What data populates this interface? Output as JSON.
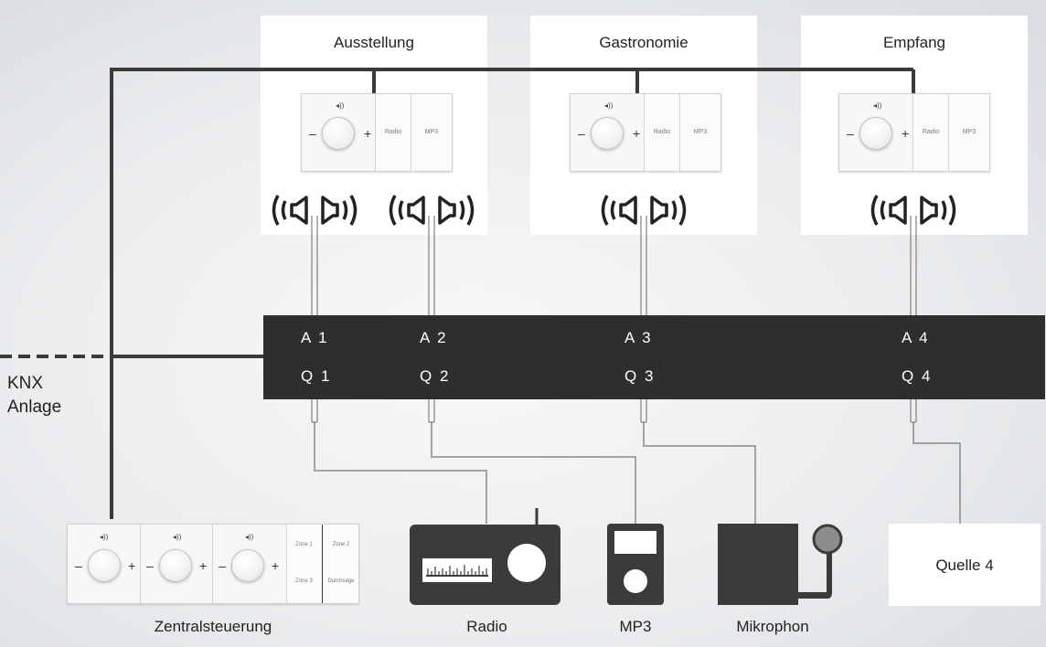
{
  "rooms": [
    {
      "title": "Ausstellung",
      "buttons": [
        "Radio",
        "MP3"
      ]
    },
    {
      "title": "Gastronomie",
      "buttons": [
        "Radio",
        "MP3"
      ]
    },
    {
      "title": "Empfang",
      "buttons": [
        "Radio",
        "MP3"
      ]
    }
  ],
  "amplifier": {
    "inputs": [
      "A 1",
      "A 2",
      "A 3",
      "A 4"
    ],
    "outputs": [
      "Q 1",
      "Q 2",
      "Q 3",
      "Q 4"
    ]
  },
  "knx": {
    "line1": "KNX",
    "line2": "Anlage"
  },
  "central": {
    "label": "Zentralsteuerung",
    "zones": [
      "Zone 1",
      "Zone 2",
      "Zone 3",
      "Durchsage"
    ]
  },
  "sources": {
    "radio": "Radio",
    "mp3": "MP3",
    "mic": "Mikrophon",
    "quelle4": "Quelle 4"
  },
  "colors": {
    "bus_line": "#3a3a3a",
    "amplifier": "#2f2d2d",
    "device_dark": "#3c3b3b",
    "audio_cable": "#8a8a8a"
  }
}
